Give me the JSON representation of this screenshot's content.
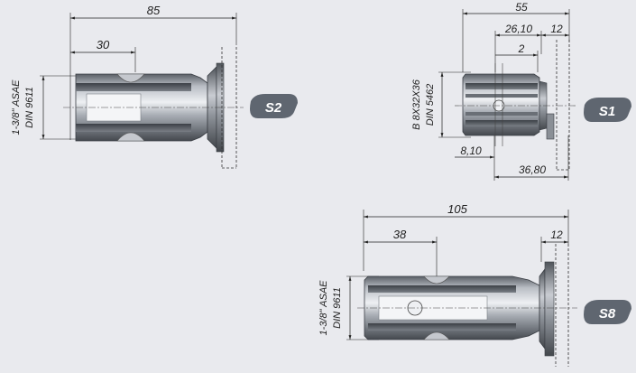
{
  "colors": {
    "background": "#e9eaee",
    "badge": "#5f6670",
    "metal_dark": "#4e535a",
    "metal_mid": "#9ba0a8",
    "metal_light": "#e4e6ea"
  },
  "s2": {
    "badge": "S2",
    "dim_total": "85",
    "dim_partial": "30",
    "spec_line1": "1-3/8\" ASAE",
    "spec_line2": "DIN 9611"
  },
  "s1": {
    "badge": "S1",
    "dim_total": "55",
    "dim_mid": "26,10",
    "dim_flange": "12",
    "dim_small": "2",
    "dim_bottom_left": "8,10",
    "dim_bottom_right": "36,80",
    "spec_line1": "B 8X32X36",
    "spec_line2": "DIN 5462"
  },
  "s8": {
    "badge": "S8",
    "dim_total": "105",
    "dim_partial": "38",
    "dim_flange": "12",
    "spec_line1": "1-3/8\" ASAE",
    "spec_line2": "DIN 9611"
  }
}
